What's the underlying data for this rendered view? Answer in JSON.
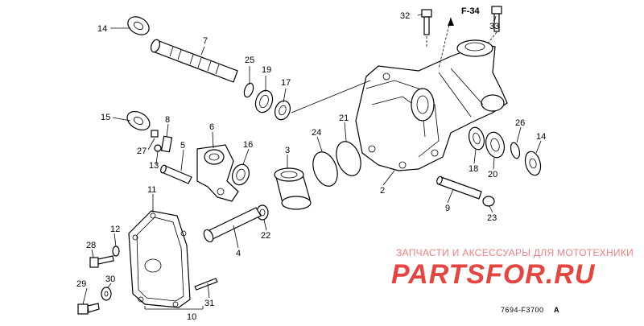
{
  "diagram": {
    "frame_ref": "F-34",
    "drawing_ref": "7694-F3700",
    "drawing_ref_suffix": "A",
    "callouts": {
      "p2": "2",
      "p3": "3",
      "p4": "4",
      "p5": "5",
      "p6": "6",
      "p7": "7",
      "p8": "8",
      "p9": "9",
      "p10": "10",
      "p11": "11",
      "p12": "12",
      "p13": "13",
      "p14a": "14",
      "p14b": "14",
      "p15": "15",
      "p16": "16",
      "p17": "17",
      "p18": "18",
      "p19": "19",
      "p20": "20",
      "p21": "21",
      "p22": "22",
      "p23": "23",
      "p24": "24",
      "p25": "25",
      "p26": "26",
      "p27": "27",
      "p28": "28",
      "p29": "29",
      "p30": "30",
      "p31": "31",
      "p32": "32",
      "p33": "33"
    }
  },
  "watermark": {
    "tagline": "ЗАПЧАСТИ И АКСЕССУАРЫ ДЛЯ МОТОТЕХНИКИ",
    "brand": "PARTSFOR.RU",
    "brand_color": "#e5443f"
  }
}
